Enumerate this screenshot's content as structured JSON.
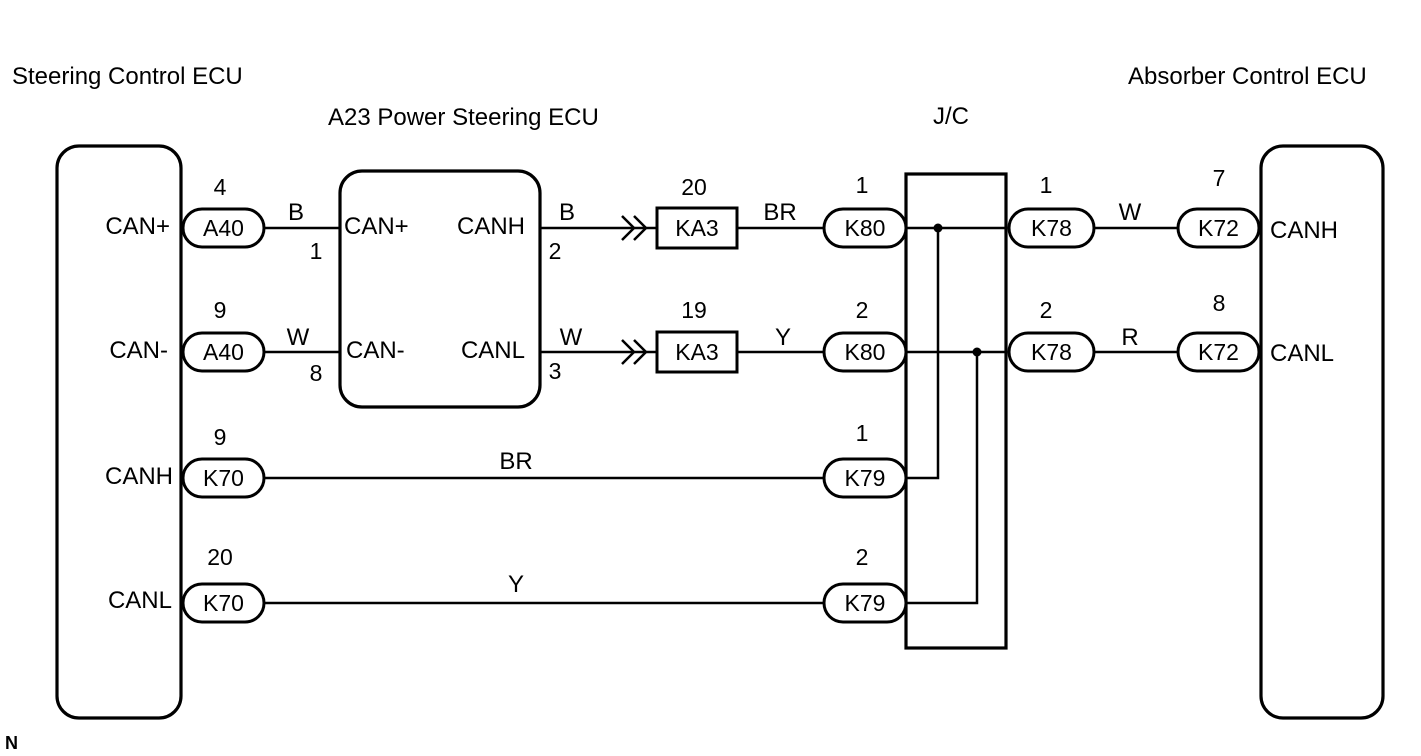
{
  "titles": {
    "steering": "Steering Control ECU",
    "power_steering": "A23 Power Steering ECU",
    "jc": "J/C",
    "absorber": "Absorber Control ECU"
  },
  "steering_terminals": [
    "CAN+",
    "CAN-",
    "CANH",
    "CANL"
  ],
  "power_steering_terminals": {
    "left": [
      "CAN+",
      "CAN-"
    ],
    "right": [
      "CANH",
      "CANL"
    ]
  },
  "absorber_terminals": [
    "CANH",
    "CANL"
  ],
  "connectors": {
    "a40_1": "A40",
    "a40_2": "A40",
    "k70_1": "K70",
    "k70_2": "K70",
    "ka3_1": "KA3",
    "ka3_2": "KA3",
    "k80_1": "K80",
    "k80_2": "K80",
    "k79_1": "K79",
    "k79_2": "K79",
    "k78_1": "K78",
    "k78_2": "K78",
    "k72_1": "K72",
    "k72_2": "K72"
  },
  "pins": {
    "a40_1": "4",
    "a40_2": "9",
    "k70_1": "9",
    "k70_2": "20",
    "ps_canplus": "1",
    "ps_canminus": "8",
    "ps_canh": "2",
    "ps_canl": "3",
    "ka3_1": "20",
    "ka3_2": "19",
    "k80_1": "1",
    "k80_2": "2",
    "k79_1": "1",
    "k79_2": "2",
    "k78_1": "1",
    "k78_2": "2",
    "k72_1": "7",
    "k72_2": "8"
  },
  "wires": {
    "w1": "B",
    "w2": "W",
    "w3": "B",
    "w4": "W",
    "w5": "BR",
    "w6": "Y",
    "w7": "BR",
    "w8": "Y",
    "w9": "W",
    "w10": "R"
  },
  "corner_mark": "N"
}
